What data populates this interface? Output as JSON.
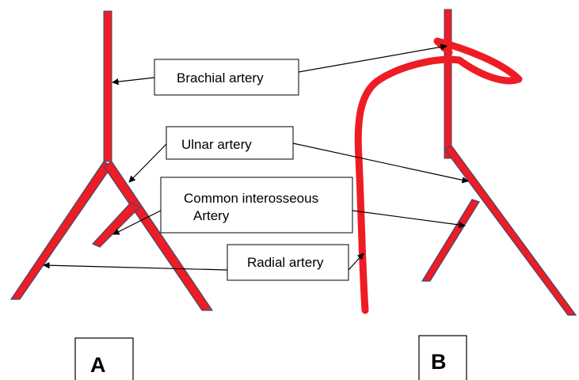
{
  "labels": {
    "brachial": "Brachial artery",
    "ulnar": "Ulnar artery",
    "interosseous_line1": "Common interosseous",
    "interosseous_line2": "Artery",
    "radial": "Radial artery"
  },
  "panels": {
    "a": "A",
    "b": "B"
  },
  "colors": {
    "artery_fill": "#ee1c24",
    "artery_outline": "#3f4a6e",
    "arrow": "#000000",
    "box_border": "#000000"
  }
}
